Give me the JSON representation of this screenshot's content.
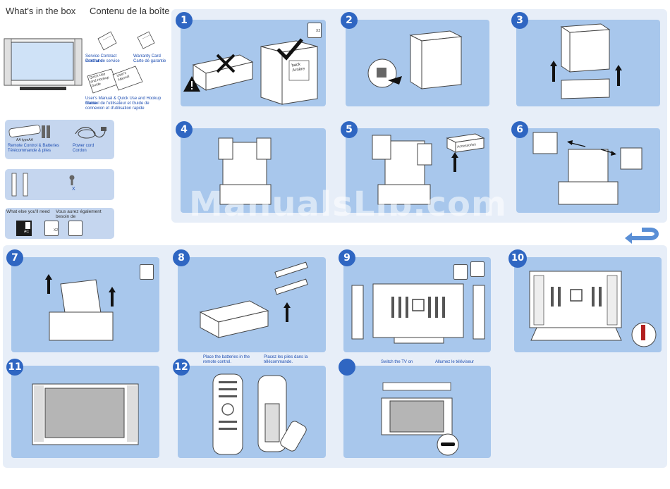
{
  "header": {
    "title_en": "What's in the box",
    "title_fr": "Contenu de la boîte"
  },
  "box_contents": {
    "service_contract": "Service Contract Brochure",
    "service_contract_fr": "Contrat de service",
    "warranty": "Warranty Card",
    "warranty_fr": "Carte de garantie",
    "manual": "User's Manual & Quick Use and Hookup Guide",
    "manual_fr": "Manuel de l'utilisateur et Guide de connexion et d'utilisation rapide",
    "book1_text": "Quick Use and Hookup Guide",
    "book2_text": "User's Manual",
    "remote": "Remote Control & Batteries",
    "remote_fr": "Télécommande & piles",
    "remote_battery_label": "AA typeAA",
    "power_cord": "Power cord",
    "power_cord_fr": "Cordon",
    "screw_qty": "X"
  },
  "needed": {
    "title_en": "What else you'll need",
    "title_fr": "Vous aurez également besoin de",
    "people_qty": "X2",
    "tv_label": "AC"
  },
  "steps": {
    "s1": "1",
    "s2": "2",
    "s3": "3",
    "s4": "4",
    "s5": "5",
    "s6": "6",
    "s7": "7",
    "s8": "8",
    "s9": "9",
    "s10": "10",
    "s11": "11",
    "s12": "12"
  },
  "step1": {
    "box_label": "back Arrière",
    "people_qty": "X2"
  },
  "step5": {
    "box_label": "Accessories"
  },
  "step12": {
    "batteries_en": "Place the batteries in the remote control.",
    "batteries_fr": "Placez les piles dans la télécommande."
  },
  "step13": {
    "switch_en": "Switch the TV on",
    "switch_fr": "Allumez le téléviseur"
  },
  "watermark": "ManualsLib.com"
}
